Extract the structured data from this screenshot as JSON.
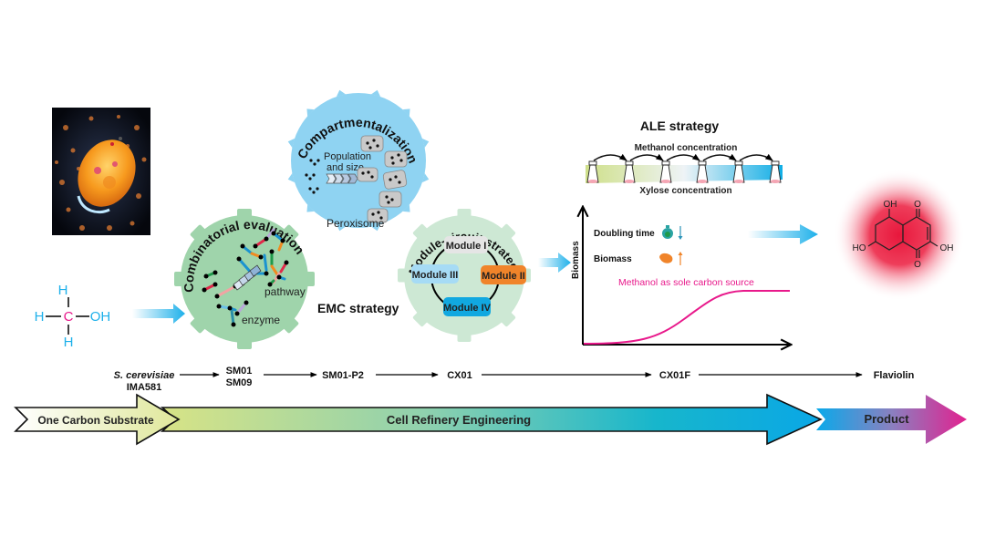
{
  "colors": {
    "green_gear": "#9fd4ab",
    "blue_gear": "#8fd3f2",
    "module_gear": "#cde8d4",
    "module1": "#e5e5e5",
    "module2": "#f0842a",
    "module3": "#a6dbf5",
    "module4": "#11a8e0",
    "magenta": "#e8198b",
    "cyan": "#1db0ea",
    "product_red": "#e8173c"
  },
  "methanol": {
    "atoms": {
      "top": "H",
      "left": "H",
      "center": "C",
      "right": "OH",
      "bottom": "H"
    }
  },
  "combinatorial": {
    "title": "Combinatorial evaluation",
    "pathway_label": "pathway",
    "enzyme_label": "enzyme"
  },
  "compartmentalization": {
    "title": "Compartmentalization",
    "population_label_1": "Population",
    "population_label_2": "and size",
    "peroxisome_label": "Peroxisome"
  },
  "emc_label": "EMC strategy",
  "module_circuit": {
    "title": "Module-circuit strategy",
    "modules": [
      "Module I",
      "Module II",
      "Module III",
      "Module IV"
    ]
  },
  "ale": {
    "title": "ALE strategy",
    "top_label": "Methanol concentration",
    "bottom_label": "Xylose concentration",
    "flask_count": 6
  },
  "growth_plot": {
    "ylabel": "Biomass",
    "doubling_time_label": "Doubling time",
    "doubling_trend": "decrease",
    "biomass_label": "Biomass",
    "biomass_trend": "increase",
    "curve_label": "Methanol as sole carbon source"
  },
  "product": {
    "name": "Flaviolin",
    "substituents": {
      "top": "OH",
      "left": "HO",
      "right": "OH"
    }
  },
  "strain_lineage": [
    {
      "name": "S. cerevisiae",
      "name2": "IMA581"
    },
    {
      "name": "SM01",
      "name2": "SM09"
    },
    {
      "name": "SM01-P2"
    },
    {
      "name": "CX01"
    },
    {
      "name": "CX01F"
    },
    {
      "name": "Flaviolin"
    }
  ],
  "stages": {
    "substrate": "One Carbon Substrate",
    "engineering": "Cell Refinery Engineering",
    "product": "Product"
  }
}
